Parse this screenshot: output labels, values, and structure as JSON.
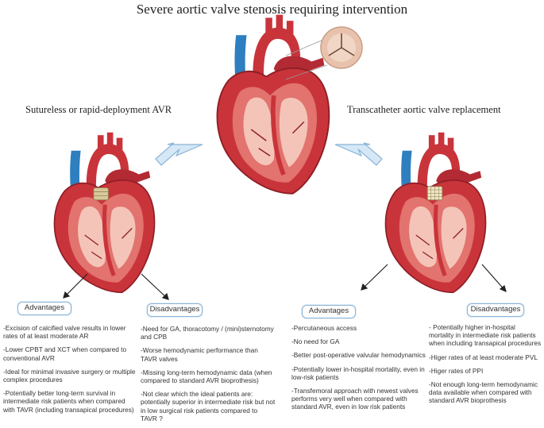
{
  "title": "Severe aortic valve stenosis requiring intervention",
  "left_heading": "Sutureless or rapid-deployment AVR",
  "right_heading": "Transcatheter aortic valve replacement",
  "labels": {
    "sutureless_advantages": "Advantages",
    "sutureless_disadvantages": "Disadvantages",
    "tavr_advantages": "Advantages",
    "tavr_disadvantages": "Disadvantages"
  },
  "sutureless_advantages": [
    "-Excision of calcified valve results in lower rates of at least moderate AR",
    "-Lower CPBT and XCT when compared to conventional AVR",
    "-Ideal for minimal invasive surgery or multiple complex procedures",
    "-Potentially better long-term survival in intermediate risk patients when compared with TAVR (including transapical procedures)"
  ],
  "sutureless_disadvantages": [
    "-Need for GA, thoracotomy / (mini)sternotomy and CPB",
    "-Worse hemodynamic performance than TAVR valves",
    "-Missing long-term hemodynamic data (when compared to standard AVR bioprothesis)",
    "-Not clear which the ideal patients are: potentially superior in intermediate risk but not in low surgical risk patients compared to TAVR ?"
  ],
  "tavr_advantages": [
    "-Percutaneous access",
    "-No need for GA",
    "-Better post-operative valvular hemodynamics",
    "-Potentially lower in-hospital mortality, even in low-risk patients",
    "-Transfemoral approach with newest valves performs very well when compared with standard AVR, even in low risk patients"
  ],
  "tavr_disadvantages": [
    "- Potentially higher in-hospital mortality in intermediate risk patients when including transapical procedures",
    "-Higer rates of at least moderate PVL",
    "-Higer rates of PPI",
    "-Not enough long-term hemodynamic data available when compared with standard AVR bioprothesis"
  ],
  "colors": {
    "box_border": "#8ab4d8",
    "aorta_blue": "#2e7fc0",
    "heart_red": "#c9343a",
    "heart_dark": "#8e1f26",
    "myocardium": "#e2736e",
    "arrow_fill": "#d6e8f6"
  }
}
